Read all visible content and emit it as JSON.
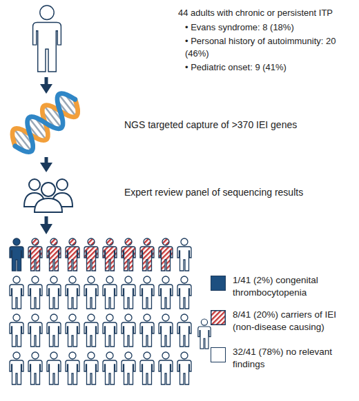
{
  "diagram": {
    "nodes": [
      {
        "text": [
          "44 adults with chronic or persistent ITP",
          "• Evans syndrome: 8 (18%)",
          "• Personal history of autoimmunity: 20 (46%)",
          "• Pediatric onset: 9 (41%)"
        ]
      },
      {
        "text": [
          "NGS targeted capture of >370 IEI genes"
        ]
      },
      {
        "text": [
          "Expert review panel of sequencing results"
        ]
      }
    ],
    "edges": [
      {
        "from": 0,
        "to": 1,
        "arrow": "to"
      },
      {
        "from": 1,
        "to": 2,
        "arrow": "to"
      }
    ],
    "legend": [
      {
        "text": "1/41 (2%) congenital thrombocytopenia",
        "color": "#1d4f80"
      },
      {
        "text": "8/41 (20%) carriers of IEI (non-disease causing)"
      },
      {
        "text": "32/41 (78%) no relevant findings",
        "color": "#ffffff"
      }
    ]
  }
}
